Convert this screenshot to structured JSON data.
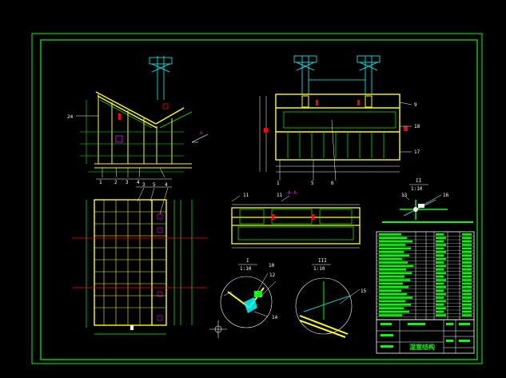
{
  "callouts": {
    "n1": "1",
    "n2": "2",
    "n3": "3",
    "n4": "4",
    "n5": "5",
    "n6": "6",
    "n9": "9",
    "n10": "10",
    "n11": "11",
    "n12": "12",
    "n13": "13",
    "n14": "14",
    "n15": "15",
    "n16": "16",
    "n17": "17",
    "n18": "18",
    "n24": "24"
  },
  "view_labels": {
    "detail_I": "I",
    "detail_I_scale": "1:10",
    "detail_II": "II",
    "detail_II_scale": "1:10",
    "detail_III": "III",
    "detail_III_scale": "1:10",
    "section_aa": "A-A",
    "direction_a": "A"
  },
  "title_block": {
    "drawing_name": "温室结构"
  },
  "colors": {
    "background": "#000000",
    "frame": "#00ff00",
    "structure": "#ffff00",
    "dimension": "#00ffff",
    "annotation": "#ffffff",
    "magenta": "#ff00ff",
    "red": "#ff0000",
    "table_fill": "#00ff00"
  }
}
